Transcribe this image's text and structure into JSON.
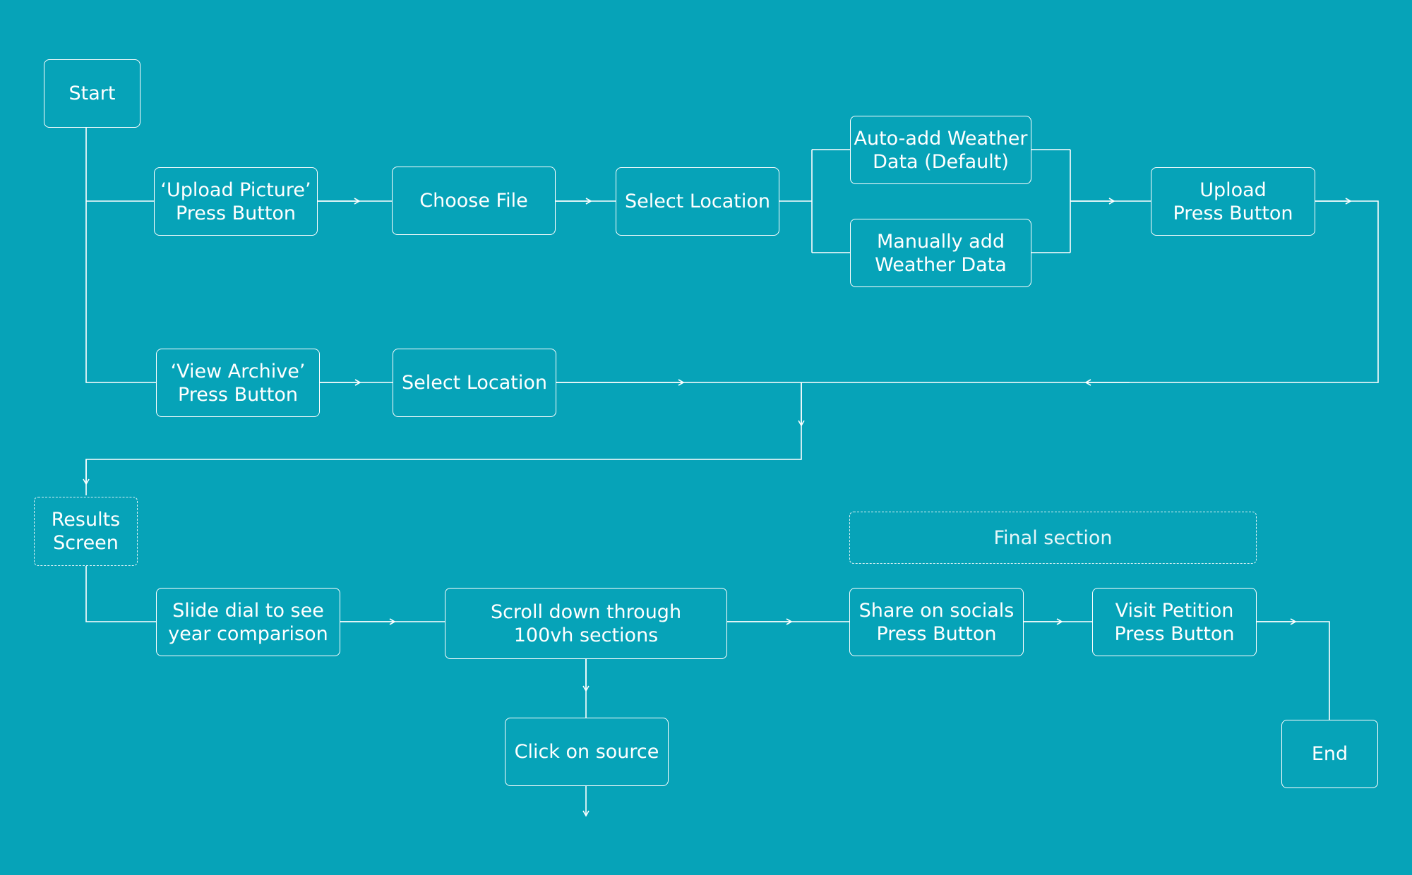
{
  "diagram": {
    "background_color": "#06a3b8",
    "line_color": "#ffffff",
    "nodes": {
      "start": "Start",
      "upload_picture": "‘Upload Picture’\nPress Button",
      "choose_file": "Choose File",
      "select_location_upload": "Select Location",
      "auto_weather": "Auto-add Weather\nData (Default)",
      "manual_weather": "Manually add\nWeather Data",
      "upload_button": "Upload\nPress Button",
      "view_archive": "‘View Archive’\nPress Button",
      "select_location_archive": "Select Location",
      "results_screen": "Results\nScreen",
      "final_section": "Final section",
      "slide_dial": "Slide dial to see\nyear comparison",
      "scroll_down": "Scroll down through\n100vh sections",
      "click_source": "Click on source",
      "share_socials": "Share on socials\nPress Button",
      "visit_petition": "Visit Petition\nPress Button",
      "end": "End"
    }
  }
}
